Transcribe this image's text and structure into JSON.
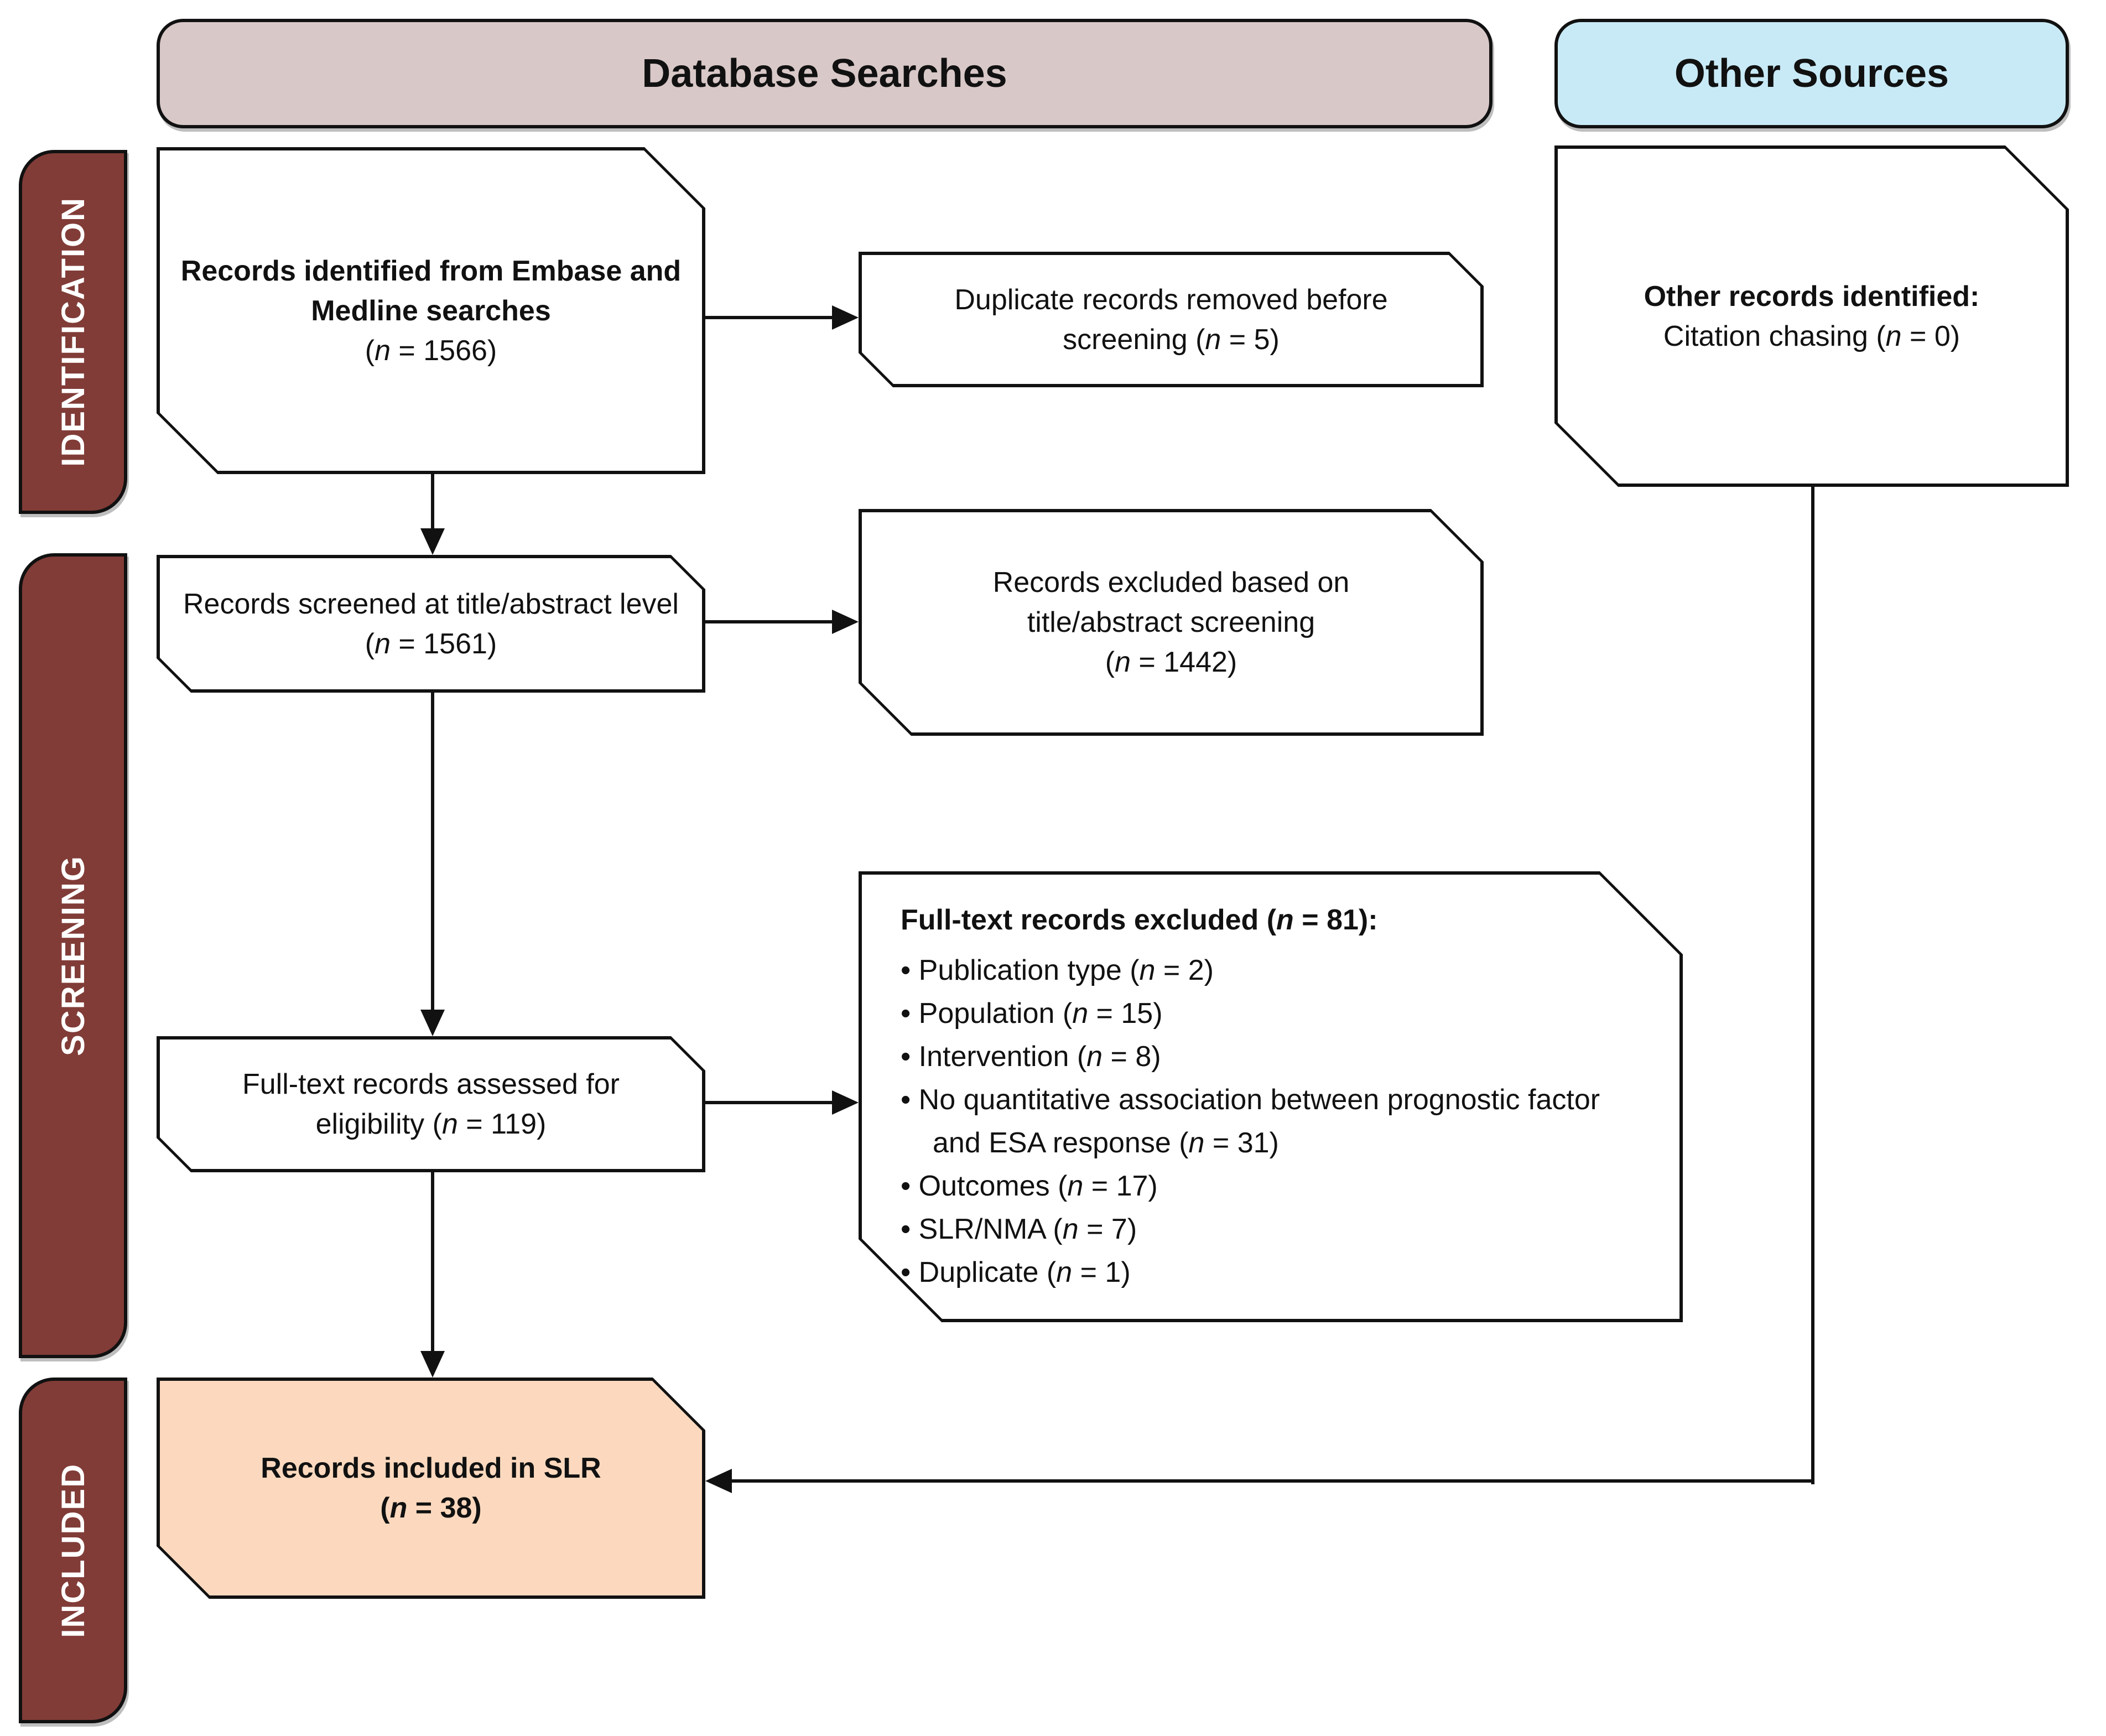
{
  "headers": {
    "database": "Database Searches",
    "other": "Other Sources"
  },
  "stages": {
    "identification": "IDENTIFICATION",
    "screening": "SCREENING",
    "included": "INCLUDED"
  },
  "boxes": {
    "identified": {
      "title": "Records identified from Embase and Medline searches",
      "count": "(n = 1566)"
    },
    "duplicates": {
      "text": "Duplicate records removed before screening (n = 5)"
    },
    "other_records": {
      "title": "Other records identified:",
      "text": "Citation chasing (n = 0)"
    },
    "screened": {
      "text": "Records screened at title/abstract level (n = 1561)"
    },
    "excluded_title_abstract": {
      "text": "Records excluded based on title/abstract screening",
      "count": "(n = 1442)"
    },
    "fulltext_assessed": {
      "text": "Full-text records assessed for eligibility (n = 119)"
    },
    "fulltext_excluded": {
      "title": "Full-text records excluded (n = 81):",
      "items": [
        "Publication type (n = 2)",
        "Population (n = 15)",
        "Intervention (n = 8)",
        "No quantitative association between prognostic factor and ESA response (n = 31)",
        "Outcomes (n = 17)",
        "SLR/NMA (n = 7)",
        "Duplicate (n = 1)"
      ]
    },
    "included_slr": {
      "title": "Records included in SLR",
      "count": "(n = 38)"
    }
  },
  "colors": {
    "headerPink": "#d9c8c8",
    "headerBlue": "#c8eaf6",
    "stageMaroon": "#813c37",
    "includedPeach": "#fcd9be",
    "boxFill": "#ffffff",
    "line": "#111111",
    "text": "#111111",
    "stageText": "#ffffff"
  }
}
